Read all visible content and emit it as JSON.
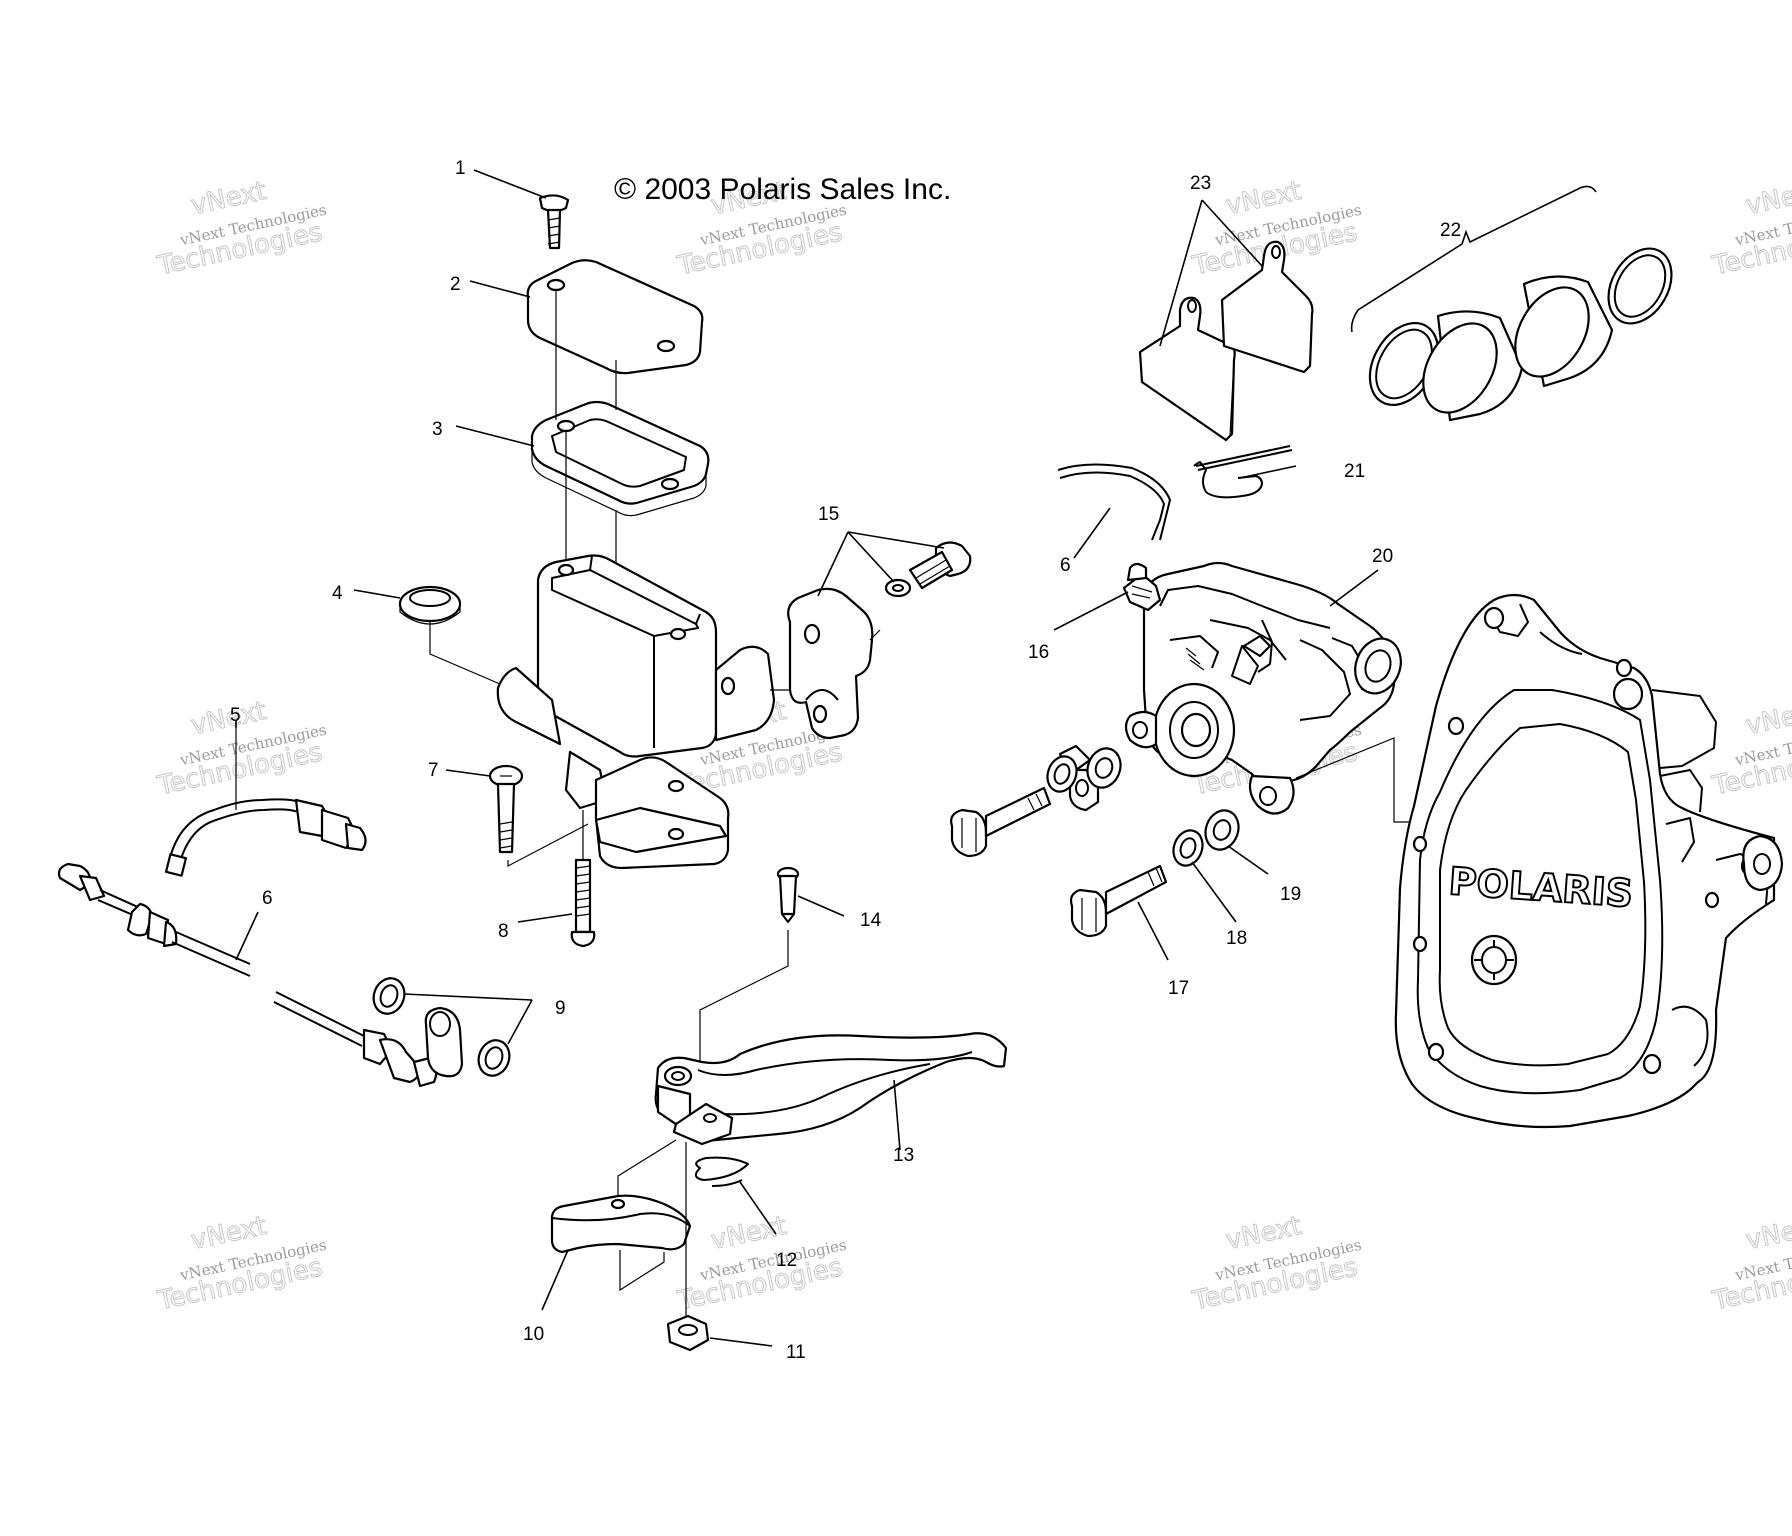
{
  "copyright": "© 2003 Polaris Sales Inc.",
  "brand_logo": "POLARIS",
  "watermark": {
    "line1": "vNext",
    "line2": "vNext Technologies",
    "line3": "Technologies"
  },
  "callouts": [
    {
      "id": "c1",
      "label": "1"
    },
    {
      "id": "c2",
      "label": "2"
    },
    {
      "id": "c3",
      "label": "3"
    },
    {
      "id": "c4",
      "label": "4"
    },
    {
      "id": "c5",
      "label": "5"
    },
    {
      "id": "c6a",
      "label": "6"
    },
    {
      "id": "c6b",
      "label": "6"
    },
    {
      "id": "c7",
      "label": "7"
    },
    {
      "id": "c8",
      "label": "8"
    },
    {
      "id": "c9",
      "label": "9"
    },
    {
      "id": "c10",
      "label": "10"
    },
    {
      "id": "c11",
      "label": "11"
    },
    {
      "id": "c12",
      "label": "12"
    },
    {
      "id": "c13",
      "label": "13"
    },
    {
      "id": "c14",
      "label": "14"
    },
    {
      "id": "c15",
      "label": "15"
    },
    {
      "id": "c16",
      "label": "16"
    },
    {
      "id": "c17",
      "label": "17"
    },
    {
      "id": "c18",
      "label": "18"
    },
    {
      "id": "c19",
      "label": "19"
    },
    {
      "id": "c20",
      "label": "20"
    },
    {
      "id": "c21",
      "label": "21"
    },
    {
      "id": "c22",
      "label": "22"
    },
    {
      "id": "c23",
      "label": "23"
    }
  ]
}
